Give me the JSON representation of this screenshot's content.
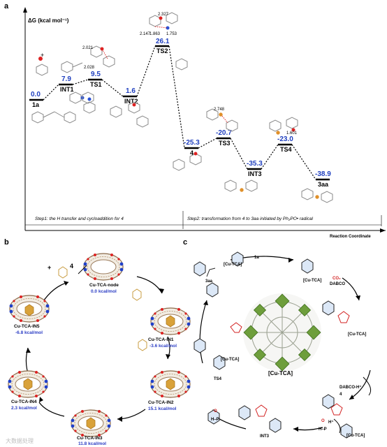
{
  "panels": {
    "a": "a",
    "b": "b",
    "c": "c"
  },
  "panel_a": {
    "yaxis_label": "ΔG (kcal mol⁻¹)",
    "xaxis_label": "Reaction Coordinate",
    "step1": "Step1: the H transfer and cycloaddition for 4",
    "step2": "Step2: transformation from 4 to 3aa initiated by Ph₂PO• radical",
    "states": [
      {
        "label": "1a",
        "value": "0.0"
      },
      {
        "label": "INT1",
        "value": "7.9"
      },
      {
        "label": "TS1",
        "value": "9.5"
      },
      {
        "label": "INT2",
        "value": "1.6"
      },
      {
        "label": "TS2",
        "value": "26.1"
      },
      {
        "label": "4",
        "value": "-25.3"
      },
      {
        "label": "TS3",
        "value": "-20.7"
      },
      {
        "label": "INT3",
        "value": "-35.3"
      },
      {
        "label": "TS4",
        "value": "-23.0"
      },
      {
        "label": "3aa",
        "value": "-38.9"
      }
    ],
    "distances": [
      "2.021",
      "2.028",
      "2.327",
      "2.147",
      "1.863",
      "1.753",
      "2.748",
      "1.601"
    ]
  },
  "panel_b": {
    "nodes": [
      {
        "name": "Cu-TCA-node",
        "energy": "0.0 kcal/mol"
      },
      {
        "name": "Cu-TCA-IN1",
        "energy": "-3.6 kcal/mol"
      },
      {
        "name": "Cu-TCA-IN2",
        "energy": "15.1 kcal/mol"
      },
      {
        "name": "Cu-TCA-IN3",
        "energy": "11.8 kcal/mol"
      },
      {
        "name": "Cu-TCA-IN4",
        "energy": "2.3 kcal/mol"
      },
      {
        "name": "Cu-TCA-IN5",
        "energy": "-6.8 kcal/mol"
      }
    ],
    "product_label": "4"
  },
  "panel_c": {
    "center": "[Cu-TCA]",
    "labels": {
      "cat1": "[Cu-TCA]",
      "cat2": "[Cu-TCA]",
      "cat3": "[Cu-TCA]",
      "cat4": "[Cu-TCA]",
      "cat5": "[Cu-TCA]",
      "sub1a": "1a",
      "co2": "CO₂",
      "dabco": "DABCO",
      "dabcoh": "DABCO-H⁺",
      "hplus": "H⁺",
      "p4": "4",
      "int3": "INT3",
      "ts4": "TS4",
      "p3aa": "3aa",
      "hp": "H–P",
      "o": "O"
    }
  },
  "watermark": "大数据处理"
}
